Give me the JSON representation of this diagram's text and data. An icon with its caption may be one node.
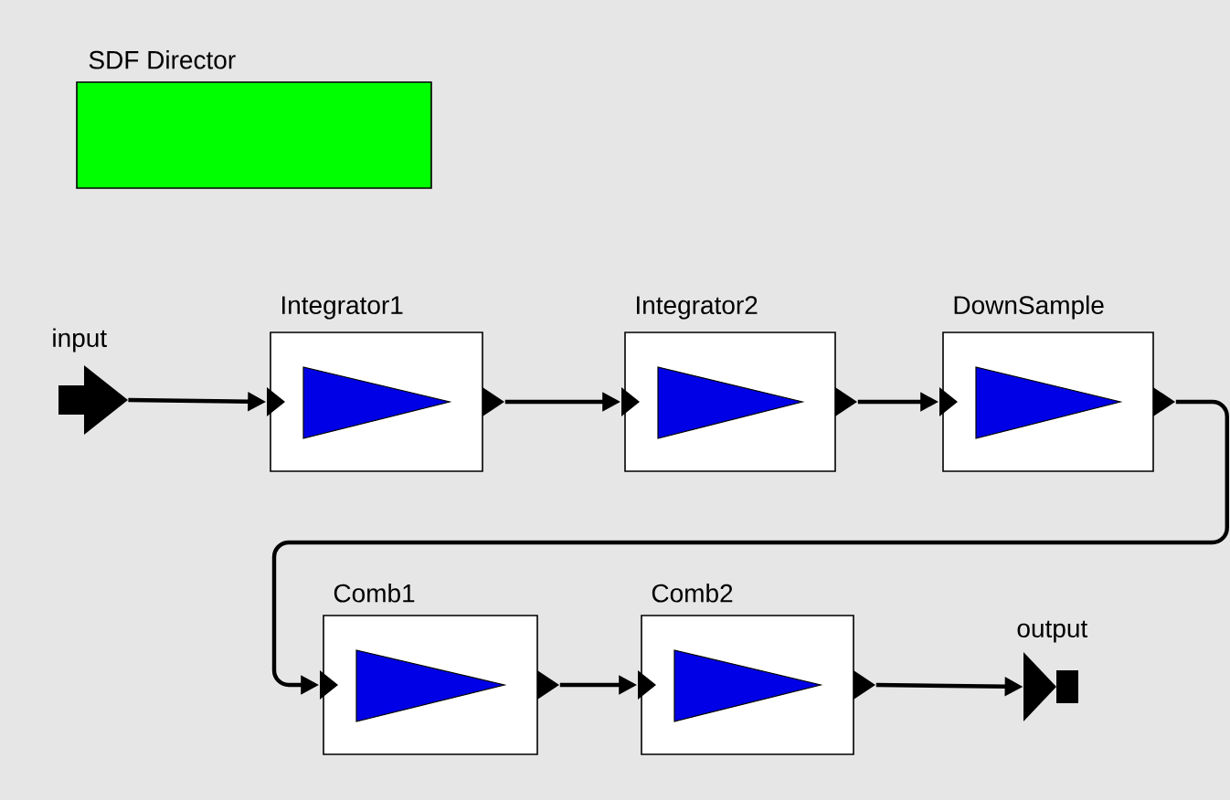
{
  "diagram": {
    "nodes": [
      {
        "text": [
          "SDF Director"
        ]
      },
      {
        "text": [
          "input"
        ]
      },
      {
        "text": [
          "Integrator1"
        ]
      },
      {
        "text": [
          "Integrator2"
        ]
      },
      {
        "text": [
          "DownSample"
        ]
      },
      {
        "text": [
          "Comb1"
        ]
      },
      {
        "text": [
          "Comb2"
        ]
      },
      {
        "text": [
          "output"
        ]
      }
    ],
    "edges": [
      {
        "from": 1,
        "to": 2,
        "arrow": "to"
      },
      {
        "from": 2,
        "to": 3,
        "arrow": "to"
      },
      {
        "from": 3,
        "to": 4,
        "arrow": "to"
      },
      {
        "from": 4,
        "to": 5,
        "arrow": "to"
      },
      {
        "from": 5,
        "to": 6,
        "arrow": "to"
      },
      {
        "from": 6,
        "to": 7,
        "arrow": "to"
      }
    ]
  }
}
